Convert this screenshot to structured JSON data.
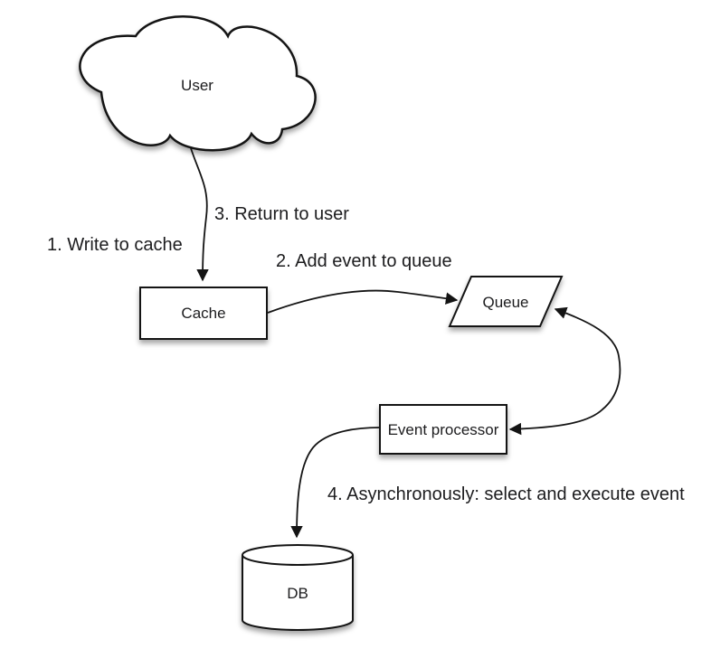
{
  "diagram": {
    "type": "flow-diagram",
    "background_color": "#ffffff",
    "colors": {
      "shape_fill": "#ffffff",
      "stroke": "#141414",
      "text": "#1c1c1e",
      "shadow": "rgba(0,0,0,0.35)"
    },
    "nodes": [
      {
        "id": "user",
        "label": "User",
        "shape": "cloud"
      },
      {
        "id": "cache",
        "label": "Cache",
        "shape": "rectangle"
      },
      {
        "id": "queue",
        "label": "Queue",
        "shape": "parallelogram"
      },
      {
        "id": "event-processor",
        "label": "Event processor",
        "shape": "rectangle"
      },
      {
        "id": "db",
        "label": "DB",
        "shape": "cylinder"
      }
    ],
    "edges": [
      {
        "from": "user",
        "to": "cache",
        "label": "1. Write to cache",
        "bidirectional": false
      },
      {
        "from": "cache",
        "to": "queue",
        "label": "2. Add event to queue",
        "bidirectional": false
      },
      {
        "from": "cache",
        "to": "user",
        "label": "3. Return to user",
        "bidirectional": false
      },
      {
        "from": "queue",
        "to": "event-processor",
        "label": "",
        "bidirectional": true
      },
      {
        "from": "event-processor",
        "to": "db",
        "label": "4. Asynchronously: select and execute event",
        "bidirectional": false
      }
    ]
  }
}
